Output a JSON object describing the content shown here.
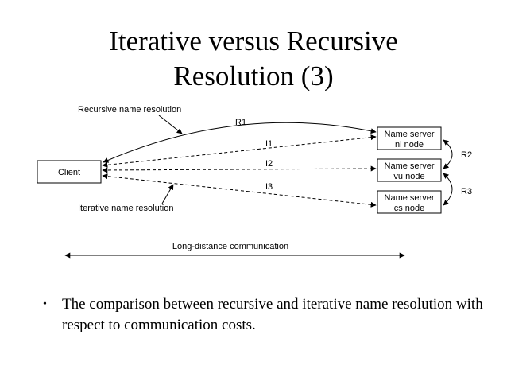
{
  "slide": {
    "title_line1": "Iterative versus Recursive",
    "title_line2": "Resolution (3)",
    "bullet_symbol": "•",
    "bullet_text": "The comparison between recursive and iterative name resolution with respect to communication costs."
  },
  "diagram": {
    "client_label": "Client",
    "servers": [
      {
        "line1": "Name server",
        "line2": "nl node"
      },
      {
        "line1": "Name server",
        "line2": "vu node"
      },
      {
        "line1": "Name server",
        "line2": "cs node"
      }
    ],
    "arrows": {
      "r1": "R1",
      "r2": "R2",
      "r3": "R3",
      "i1": "I1",
      "i2": "I2",
      "i3": "I3"
    },
    "recursive_caption": "Recursive name resolution",
    "iterative_caption": "Iterative name resolution",
    "distance_caption": "Long-distance communication"
  }
}
